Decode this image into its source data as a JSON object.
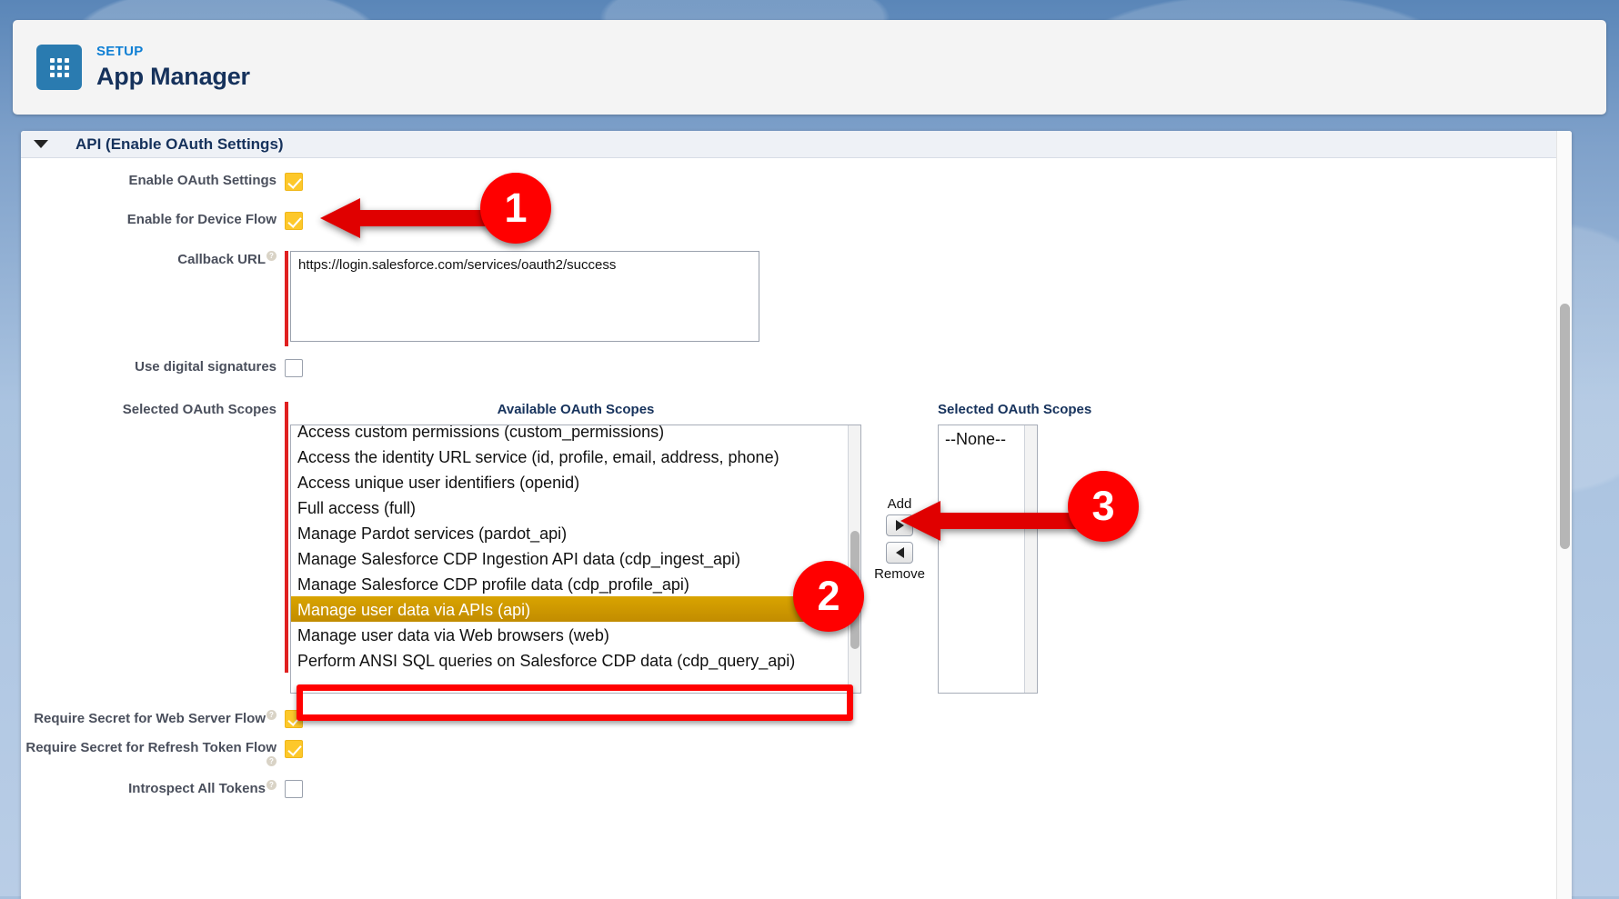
{
  "header": {
    "eyebrow": "SETUP",
    "title": "App Manager",
    "icon": "app-launcher-grid-icon"
  },
  "section": {
    "title": "API (Enable OAuth Settings)",
    "collapse_icon": "triangle-down-icon"
  },
  "fields": {
    "enable_oauth_settings": {
      "label": "Enable OAuth Settings",
      "checked": true
    },
    "enable_device_flow": {
      "label": "Enable for Device Flow",
      "checked": true
    },
    "callback_url": {
      "label": "Callback URL",
      "value": "https://login.salesforce.com/services/oauth2/success",
      "required": true,
      "help": "?"
    },
    "use_digital_signatures": {
      "label": "Use digital signatures",
      "checked": false
    },
    "selected_oauth_scopes": {
      "label": "Selected OAuth Scopes",
      "required": true
    },
    "require_secret_web_server": {
      "label": "Require Secret for Web Server Flow",
      "checked": true,
      "help": "?"
    },
    "require_secret_refresh_token": {
      "label": "Require Secret for Refresh Token Flow",
      "checked": true,
      "help": "?"
    },
    "introspect_all_tokens": {
      "label": "Introspect All Tokens",
      "checked": false,
      "help": "?"
    }
  },
  "dual_listbox": {
    "available_header": "Available OAuth Scopes",
    "selected_header": "Selected OAuth Scopes",
    "available_options": [
      "Access custom permissions (custom_permissions)",
      "Access the identity URL service (id, profile, email, address, phone)",
      "Access unique user identifiers (openid)",
      "Full access (full)",
      "Manage Pardot services (pardot_api)",
      "Manage Salesforce CDP Ingestion API data (cdp_ingest_api)",
      "Manage Salesforce CDP profile data (cdp_profile_api)",
      "Manage user data via APIs (api)",
      "Manage user data via Web browsers (web)",
      "Perform ANSI SQL queries on Salesforce CDP data (cdp_query_api)"
    ],
    "highlighted_option": "Manage user data via APIs (api)",
    "selected_options": [
      "--None--"
    ],
    "add_label": "Add",
    "remove_label": "Remove",
    "add_icon": "triangle-right-icon",
    "remove_icon": "triangle-left-icon"
  },
  "annotations": {
    "badges": [
      {
        "number": "1",
        "target": "enable-for-device-flow-checkbox"
      },
      {
        "number": "2",
        "target": "available-scope-manage-user-data-via-apis"
      },
      {
        "number": "3",
        "target": "add-scope-button"
      }
    ]
  },
  "colors": {
    "accent_blue": "#0f7fd4",
    "title_navy": "#16325c",
    "checkbox_on": "#fdc82a",
    "annotation_red": "#ff0000",
    "selection_gold": "#c28c00",
    "required_bar": "#e02020",
    "icon_blue": "#2a7bb0"
  }
}
